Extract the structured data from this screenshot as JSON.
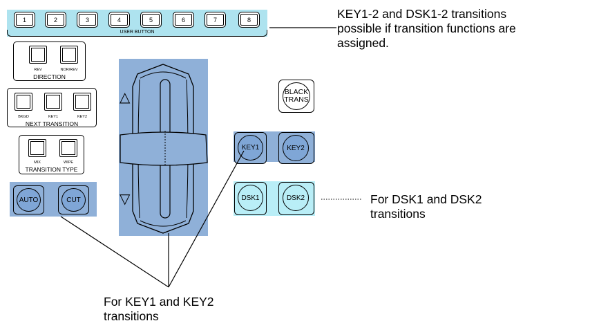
{
  "user_button_panel": {
    "buttons": [
      "1",
      "2",
      "3",
      "4",
      "5",
      "6",
      "7",
      "8"
    ],
    "label": "USER BUTTON"
  },
  "direction_group": {
    "buttons": [
      "REV",
      "NOR/REV"
    ],
    "label": "DIRECTION"
  },
  "next_transition_group": {
    "buttons": [
      "BKGD",
      "KEY1",
      "KEY2"
    ],
    "label": "NEXT TRANSITION"
  },
  "transition_type_group": {
    "buttons": [
      "MIX",
      "WIPE"
    ],
    "label": "TRANSITION TYPE"
  },
  "auto_cut_buttons": {
    "auto": "AUTO",
    "cut": "CUT"
  },
  "black_trans_button": {
    "line1": "BLACK",
    "line2": "TRANS"
  },
  "key_buttons": {
    "key1": "KEY1",
    "key2": "KEY2"
  },
  "dsk_buttons": {
    "dsk1": "DSK1",
    "dsk2": "DSK2"
  },
  "fader": {
    "up_arrow": "△",
    "down_arrow": "▽"
  },
  "annotations": {
    "user_button_note": [
      "KEY1-2 and DSK1-2 transitions",
      "possible if transition functions are",
      "assigned."
    ],
    "dsk_note": [
      "For DSK1 and DSK2",
      "transitions"
    ],
    "key_note": [
      "For KEY1 and KEY2",
      "transitions"
    ]
  },
  "colors": {
    "user_button_band": "#aee3ef",
    "highlight_blue": "#8fb0d8",
    "key_button_fill": "#7fa6d6",
    "dsk_button_fill": "#b9eef7"
  }
}
